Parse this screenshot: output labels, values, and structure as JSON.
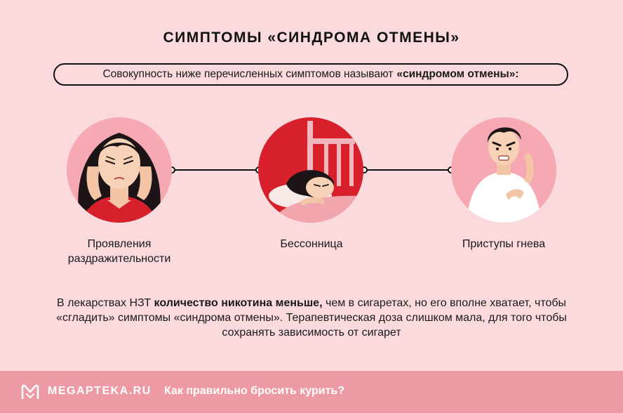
{
  "title": "СИМПТОМЫ «СИНДРОМА ОТМЕНЫ»",
  "intro": {
    "text": "Совокупность ниже перечисленных симптомов называют",
    "bold": "«синдромом отмены»:"
  },
  "symptoms": [
    {
      "label_line1": "Проявления",
      "label_line2": "раздражительности",
      "image": "woman-headache-illustration"
    },
    {
      "label_line1": "Бессонница",
      "label_line2": "",
      "image": "woman-insomnia-in-bed-illustration"
    },
    {
      "label_line1": "Приступы гнева",
      "label_line2": "",
      "image": "angry-man-illustration"
    }
  ],
  "note": {
    "part1": "В лекарствах НЗТ ",
    "bold": "количество никотина меньше,",
    "part2": " чем в сигаретах, но его вполне хватает, чтобы «сгладить» симптомы «синдрома отмены». Терапевтическая доза слишком мала, для того чтобы сохранять зависимость от сигарет"
  },
  "footer": {
    "brand": "MEGAPTEKA.RU",
    "link": "Как правильно бросить курить?"
  },
  "colors": {
    "background": "#fadadd",
    "footer": "#ee9aa4",
    "circle_pink": "#f7a9b3",
    "circle_red": "#d8202d"
  }
}
